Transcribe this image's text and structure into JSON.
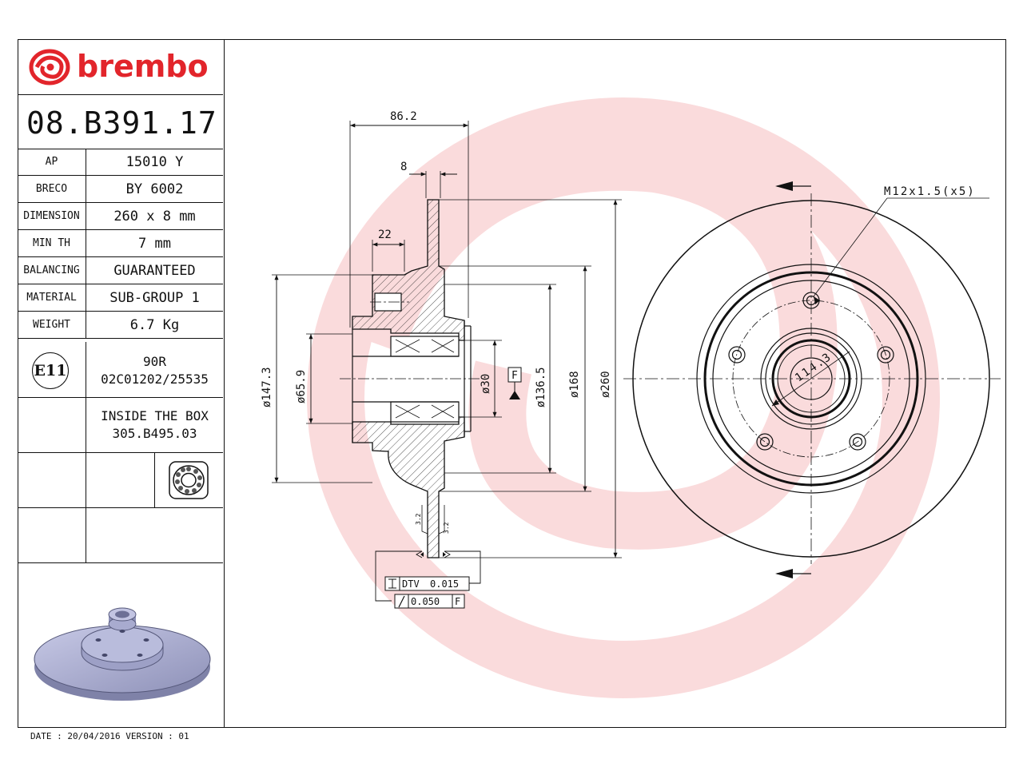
{
  "brand": {
    "name": "brembo",
    "color": "#e2252b"
  },
  "part_number": "08.B391.17",
  "specs": [
    {
      "key": "AP",
      "value": "15010 Y"
    },
    {
      "key": "BRECO",
      "value": "BY 6002"
    },
    {
      "key": "DIMENSION",
      "value": "260 x 8 mm"
    },
    {
      "key": "MIN TH",
      "value": "7 mm"
    },
    {
      "key": "BALANCING",
      "value": "GUARANTEED"
    },
    {
      "key": "MATERIAL",
      "value": "SUB-GROUP 1"
    },
    {
      "key": "WEIGHT",
      "value": "6.7 Kg"
    }
  ],
  "certification": {
    "mark": "E11",
    "line1": "90R",
    "line2": "02C01202/25535"
  },
  "inside_box": {
    "line1": "INSIDE THE BOX",
    "line2": "305.B495.03"
  },
  "icons": {
    "bearing": "bearing-icon",
    "disc": "brake-disc-render"
  },
  "section_view": {
    "dims": {
      "total_width": "86.2",
      "disc_thickness": "8",
      "hub_offset": "22",
      "d_outer_hub": "ø147.3",
      "d_bore": "ø65.9",
      "d_bearing": "ø30",
      "d_hub_face": "ø136.5",
      "d_inner": "ø168",
      "d_outer": "ø260",
      "roughness_a": "3.2",
      "roughness_b": "3.2"
    },
    "datum": "F",
    "tolerance": {
      "dtv_label": "DTV",
      "dtv_value": "0.015",
      "runout_value": "0.050",
      "runout_ref": "F"
    }
  },
  "front_view": {
    "thread": "M12x1.5(x5)",
    "pcd": "114.3"
  },
  "footer": "DATE : 20/04/2016 VERSION : 01"
}
